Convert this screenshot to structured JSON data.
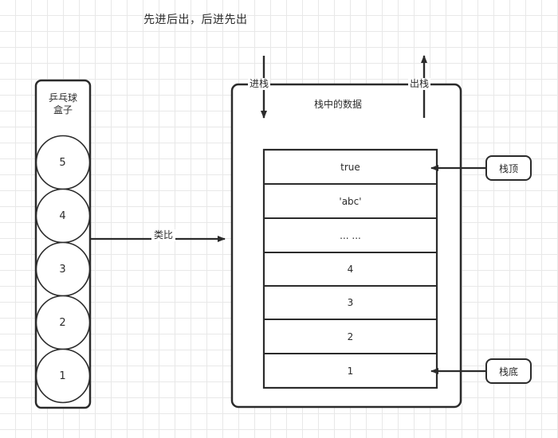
{
  "title": "先进后出，后进先出",
  "ball_box": {
    "label": "乒乓球\n盒子",
    "label_line1": "乒乓球",
    "label_line2": "盒子",
    "balls": [
      "5",
      "4",
      "3",
      "2",
      "1"
    ]
  },
  "analogy": {
    "label": "类比"
  },
  "stack": {
    "push_label": "进栈",
    "pop_label": "出栈",
    "data_label": "栈中的数据",
    "rows": [
      "true",
      "'abc'",
      "... ...",
      "4",
      "3",
      "2",
      "1"
    ]
  },
  "callouts": {
    "top": "栈顶",
    "bottom": "栈底"
  },
  "colors": {
    "stroke": "#2b2b2b",
    "grid": "#e8e8e8",
    "background": "#ffffff",
    "text": "#2b2b2b"
  }
}
